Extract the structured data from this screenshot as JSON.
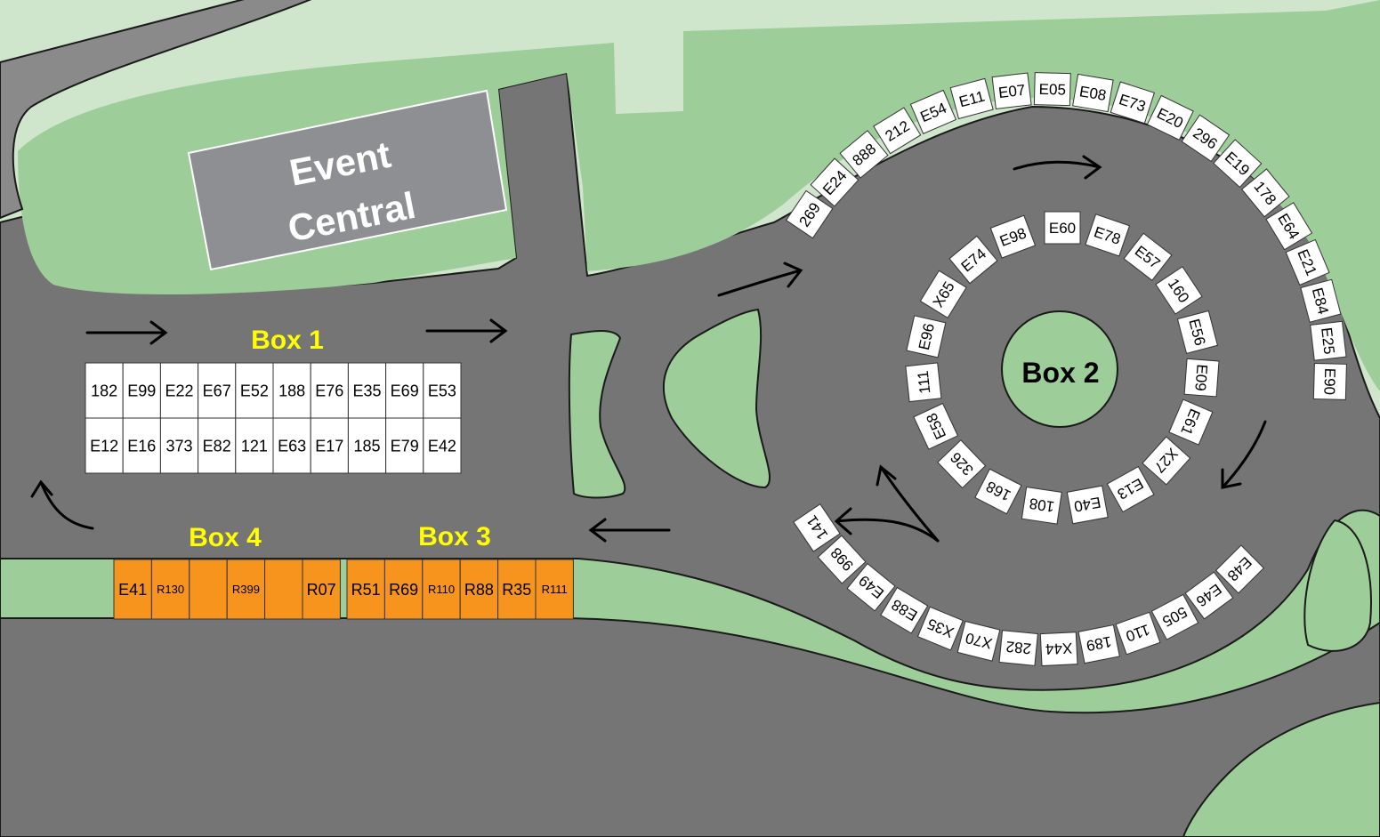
{
  "building": {
    "line1": "Event",
    "line2": "Central"
  },
  "box_labels": {
    "box1": "Box 1",
    "box2": "Box 2",
    "box3": "Box 3",
    "box4": "Box 4"
  },
  "colors": {
    "light_green": "#cfe6cd",
    "green": "#9dcd98",
    "road": "#757575",
    "building": "#8e8f93",
    "label_yellow": "#ffff00",
    "stall_orange": "#f7941d"
  },
  "box1": {
    "row_top": [
      "182",
      "E99",
      "E22",
      "E67",
      "E52",
      "188",
      "E76",
      "E35",
      "E69",
      "E53"
    ],
    "row_bottom": [
      "E12",
      "E16",
      "373",
      "E82",
      "121",
      "E63",
      "E17",
      "185",
      "E79",
      "E42"
    ]
  },
  "box4": [
    "E41",
    "R130",
    "",
    "R399",
    "",
    "R07"
  ],
  "box3": [
    "R51",
    "R69",
    "R110",
    "R88",
    "R35",
    "R111"
  ],
  "box2_inner_ring": [
    "E60",
    "E78",
    "E57",
    "160",
    "E56",
    "E09",
    "E61",
    "X27",
    "E13",
    "E40",
    "108",
    "168",
    "326",
    "E58",
    "111",
    "E96",
    "X65",
    "E74",
    "E98"
  ],
  "outer_top_arc": [
    "269",
    "E24",
    "888",
    "212",
    "E54",
    "E11",
    "E07",
    "E05",
    "E08",
    "E73",
    "E20",
    "296",
    "E19",
    "178",
    "E64",
    "E21",
    "E84",
    "E25",
    "E90"
  ],
  "outer_bottom_arc": [
    "141",
    "998",
    "E49",
    "E88",
    "X35",
    "X70",
    "282",
    "X44",
    "189",
    "110",
    "505",
    "E46",
    "E48"
  ]
}
